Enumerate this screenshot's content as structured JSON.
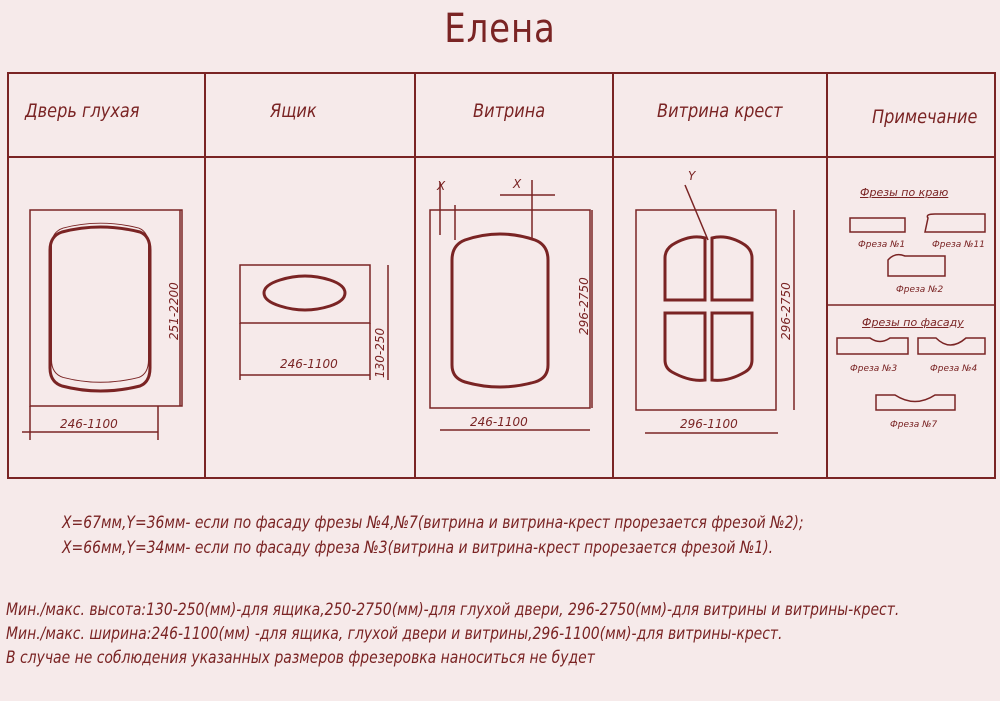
{
  "title": "Елена",
  "headers": [
    "Дверь глухая",
    "Ящик",
    "Витрина",
    "Витрина крест",
    "Примечание"
  ],
  "dims": {
    "door_w": "246-1100",
    "door_h": "251-2200",
    "box_w": "246-1100",
    "box_h": "130-250",
    "vit_w": "246-1100",
    "vit_h": "296-2750",
    "vit_x": "X",
    "cross_w": "296-1100",
    "cross_h": "296-2750",
    "cross_y": "Y"
  },
  "notes_panel": {
    "edge_title": "Фрезы по краю",
    "edge_items": [
      "Фреза №1",
      "Фреза №11",
      "Фреза №2"
    ],
    "facade_title": "Фрезы по фасаду",
    "facade_items": [
      "Фреза №3",
      "Фреза №4",
      "Фреза №7"
    ]
  },
  "notes": [
    "X=67мм,Y=36мм- если по фасаду фрезы №4,№7(витрина и витрина-крест прорезается фрезой №2);",
    "X=66мм,Y=34мм- если по фасаду фреза №3(витрина и витрина-крест прорезается фрезой №1).",
    "Мин./макс. высота:130-250(мм)-для ящика,250-2750(мм)-для глухой двери, 296-2750(мм)-для витрины и витрины-крест.",
    "Мин./макс. ширина:246-1100(мм) -для ящика, глухой двери и витрины,296-1100(мм)-для витрины-крест.",
    "В случае не соблюдения указанных размеров фрезеровка наноситься не будет"
  ]
}
